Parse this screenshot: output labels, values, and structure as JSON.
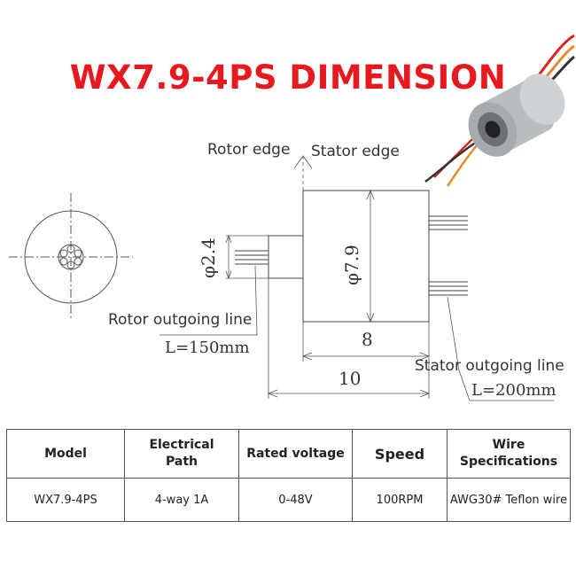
{
  "title": "WX7.9-4PS DIMENSION",
  "drawing": {
    "rotor_edge": "Rotor edge",
    "stator_edge": "Stator edge",
    "dia_small": "φ2.4",
    "dia_large": "φ7.9",
    "length_body": "8",
    "length_total": "10",
    "rotor_line": "Rotor outgoing line",
    "rotor_line_length": "L=150mm",
    "stator_line": "Stator outgoing line",
    "stator_line_length": "L=200mm"
  },
  "product_photo": {
    "icon": "slip-ring-photo",
    "body_color": "#b9bcc0",
    "wire_colors": [
      "#d9261c",
      "#e88a2b",
      "#222222"
    ]
  },
  "table": {
    "headers": [
      "Model",
      "Electrical Path",
      "Rated voltage",
      "Speed",
      "Wire Specifications"
    ],
    "rows": [
      [
        "WX7.9-4PS",
        "4-way 1A",
        "0-48V",
        "100RPM",
        "AWG30# Teflon wire"
      ]
    ]
  }
}
